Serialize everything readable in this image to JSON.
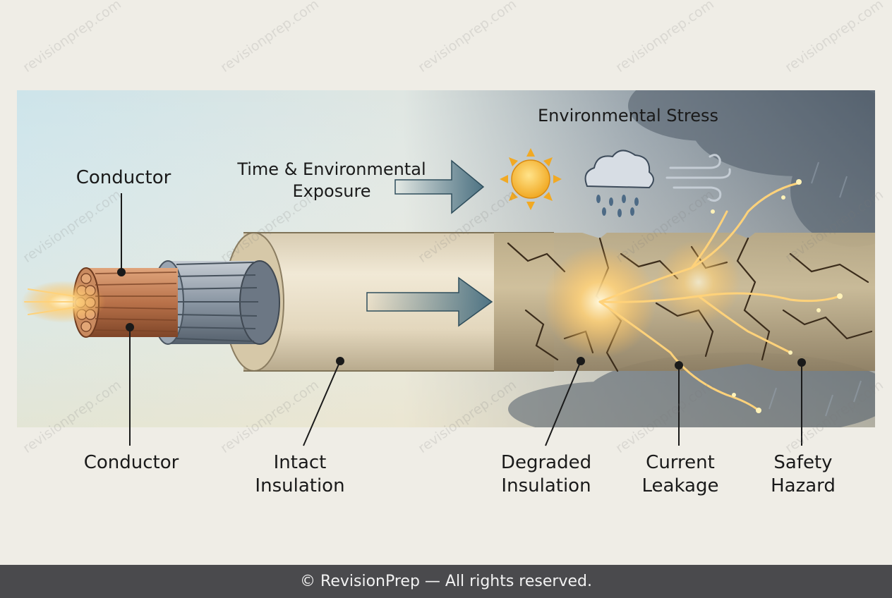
{
  "diagram": {
    "environmental_stress_title": "Environmental Stress",
    "time_exposure": [
      "Time & Environmental",
      "Exposure"
    ],
    "conductor_top": "Conductor",
    "labels": {
      "conductor": [
        "Conductor"
      ],
      "intact": [
        "Intact",
        "Insulation"
      ],
      "degraded": [
        "Degraded",
        "Insulation"
      ],
      "leakage": [
        "Current",
        "Leakage"
      ],
      "hazard": [
        "Safety",
        "Hazard"
      ]
    },
    "icons": [
      "sun-icon",
      "rain-cloud-icon",
      "wind-icon"
    ]
  },
  "watermark": "revisionprep.com",
  "footer": "© RevisionPrep — All rights reserved.",
  "colors": {
    "copper": "#b9724a",
    "steel": "#8d98a6",
    "insulation": "#e6dcc6",
    "arrow": "#4f7484",
    "spark": "#ffd27a",
    "storm": "#5c6877"
  }
}
